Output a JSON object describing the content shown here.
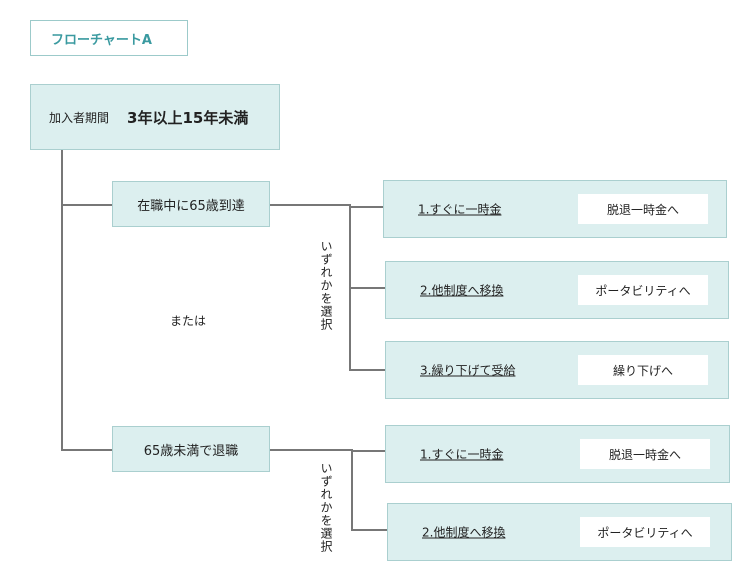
{
  "title": "フローチャートA",
  "header": {
    "label": "加入者期間",
    "value": "3年以上15年未満"
  },
  "conditions": {
    "upper": "在職中に65歳到達",
    "lower": "65歳未満で退職"
  },
  "or_label": "または",
  "choose_label": "いずれかを選択",
  "upper_options": [
    {
      "label": "1.すぐに一時金",
      "dest": "脱退一時金へ"
    },
    {
      "label": "2.他制度へ移換",
      "dest": "ポータビリティへ"
    },
    {
      "label": "3.繰り下げて受給",
      "dest": "繰り下げへ"
    }
  ],
  "lower_options": [
    {
      "label": "1.すぐに一時金",
      "dest": "脱退一時金へ"
    },
    {
      "label": "2.他制度へ移換",
      "dest": "ポータビリティへ"
    }
  ],
  "colors": {
    "box_fill": "#dcefef",
    "box_border": "#aacfcf",
    "title_text": "#3a9aa0",
    "connector": "#777777"
  }
}
